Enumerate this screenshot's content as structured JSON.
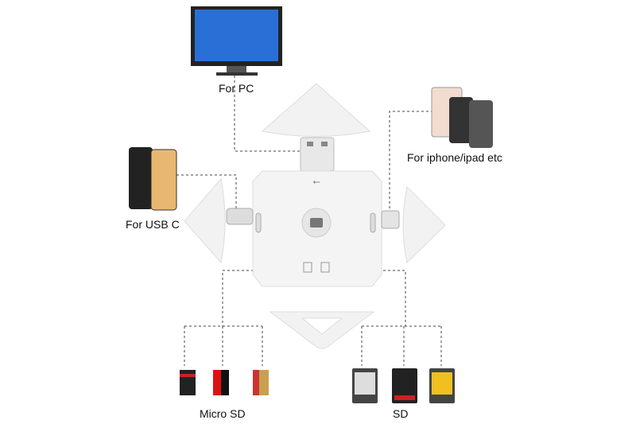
{
  "labels": {
    "pc": "For PC",
    "usb_c": "For USB C",
    "iphone": "For iphone/ipad etc",
    "micro_sd": "Micro SD",
    "sd": "SD"
  },
  "colors": {
    "line": "#444444",
    "device_body": "#f4f4f4",
    "monitor_screen": "#2a6fd6"
  }
}
